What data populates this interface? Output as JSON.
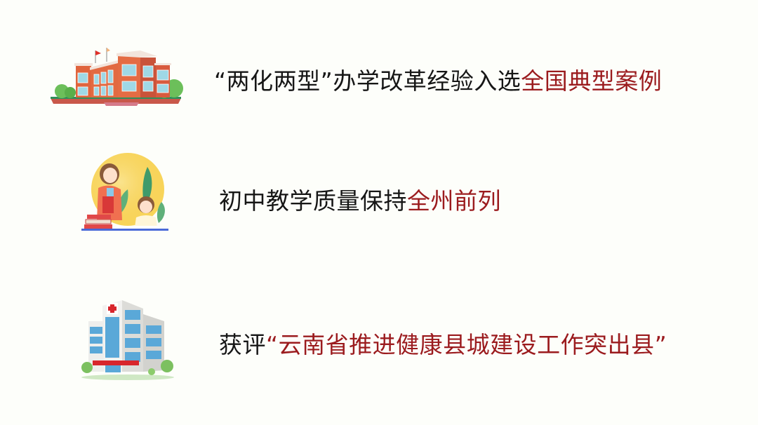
{
  "items": [
    {
      "icon": "school-building-icon",
      "prefix": "“两化两型”办学改革经验入选",
      "highlight": "全国典型案例"
    },
    {
      "icon": "teacher-student-icon",
      "prefix": "初中教学质量保持",
      "highlight": "全州前列"
    },
    {
      "icon": "hospital-building-icon",
      "prefix": "获评",
      "highlight": "“云南省推进健康县城建设工作突出县”"
    }
  ],
  "colors": {
    "background": "#fdfefa",
    "text": "#161616",
    "highlight": "#9b1b1e"
  }
}
